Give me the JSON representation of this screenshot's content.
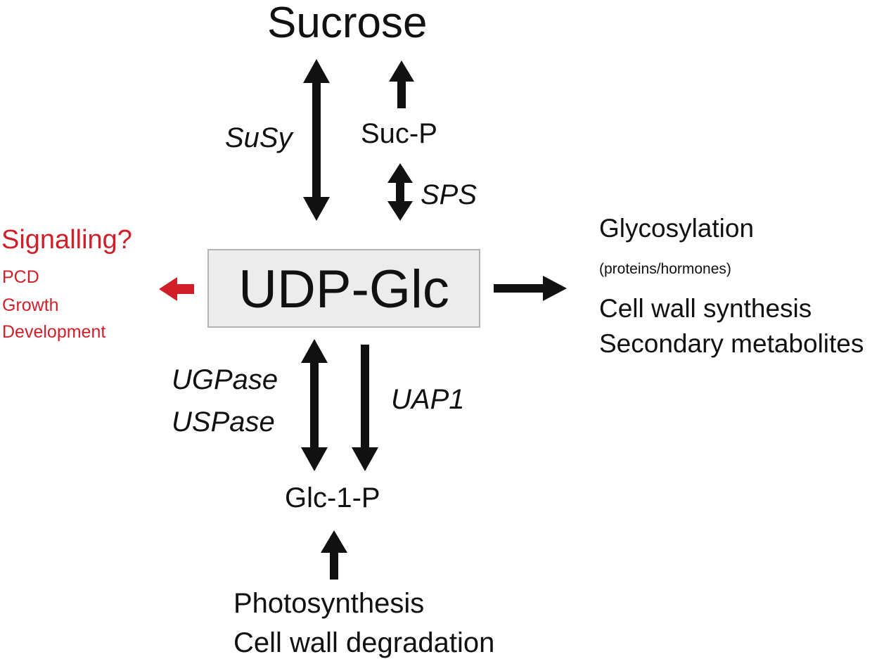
{
  "diagram": {
    "top": {
      "sucrose": "Sucrose"
    },
    "enzymes": {
      "susy": "SuSy",
      "sps": "SPS",
      "ugpase": "UGPase",
      "uspase": "USPase",
      "uap1": "UAP1"
    },
    "intermediates": {
      "suc_p": "Suc-P",
      "glc_1_p": "Glc-1-P"
    },
    "center": {
      "label": "UDP-Glc"
    },
    "left": {
      "title": "Signalling?",
      "items": [
        "PCD",
        "Growth",
        "Development"
      ]
    },
    "right": {
      "items": [
        "Glycosylation",
        "(proteins/hormones)",
        "Cell wall synthesis",
        "Secondary metabolites"
      ]
    },
    "bottom": {
      "items": [
        "Photosynthesis",
        "Cell wall degradation"
      ]
    },
    "colors": {
      "text": "#111111",
      "arrow": "#111111",
      "signalling": "#d11f2a",
      "box_fill": "#ececec",
      "box_border": "#b3b3b3"
    }
  }
}
